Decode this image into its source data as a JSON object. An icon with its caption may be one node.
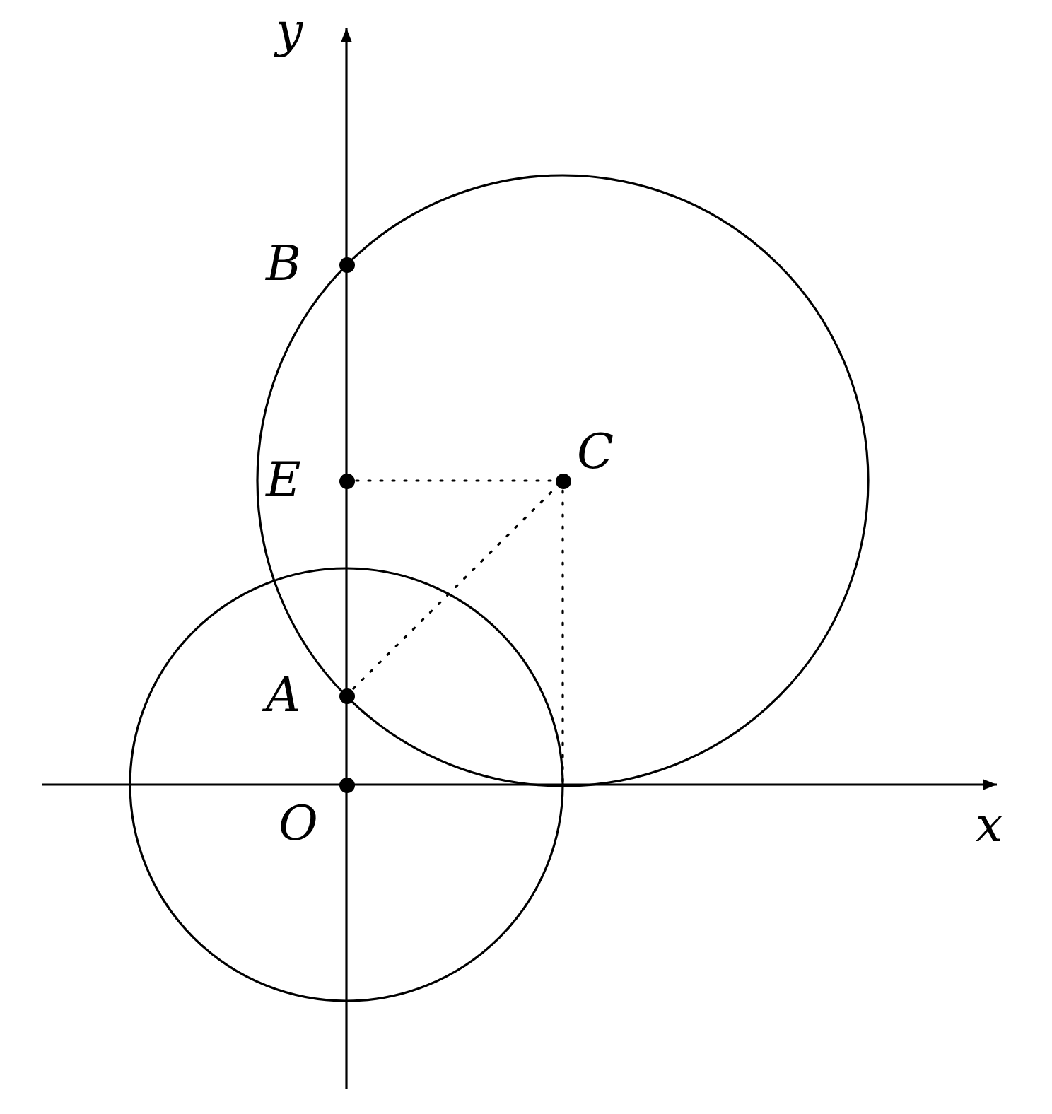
{
  "diagram": {
    "nodes": [
      {
        "text": [
          "B"
        ]
      },
      {
        "text": [
          "E"
        ]
      },
      {
        "text": [
          "C"
        ]
      },
      {
        "text": [
          "A"
        ]
      },
      {
        "text": [
          "O"
        ]
      }
    ],
    "edges": [
      {
        "from": 1,
        "to": 2,
        "arrow": "none"
      },
      {
        "from": 3,
        "to": 2,
        "arrow": "none"
      },
      {
        "from": 2,
        "to": null,
        "arrow": "none"
      }
    ],
    "labels": [
      "y",
      "x"
    ]
  }
}
